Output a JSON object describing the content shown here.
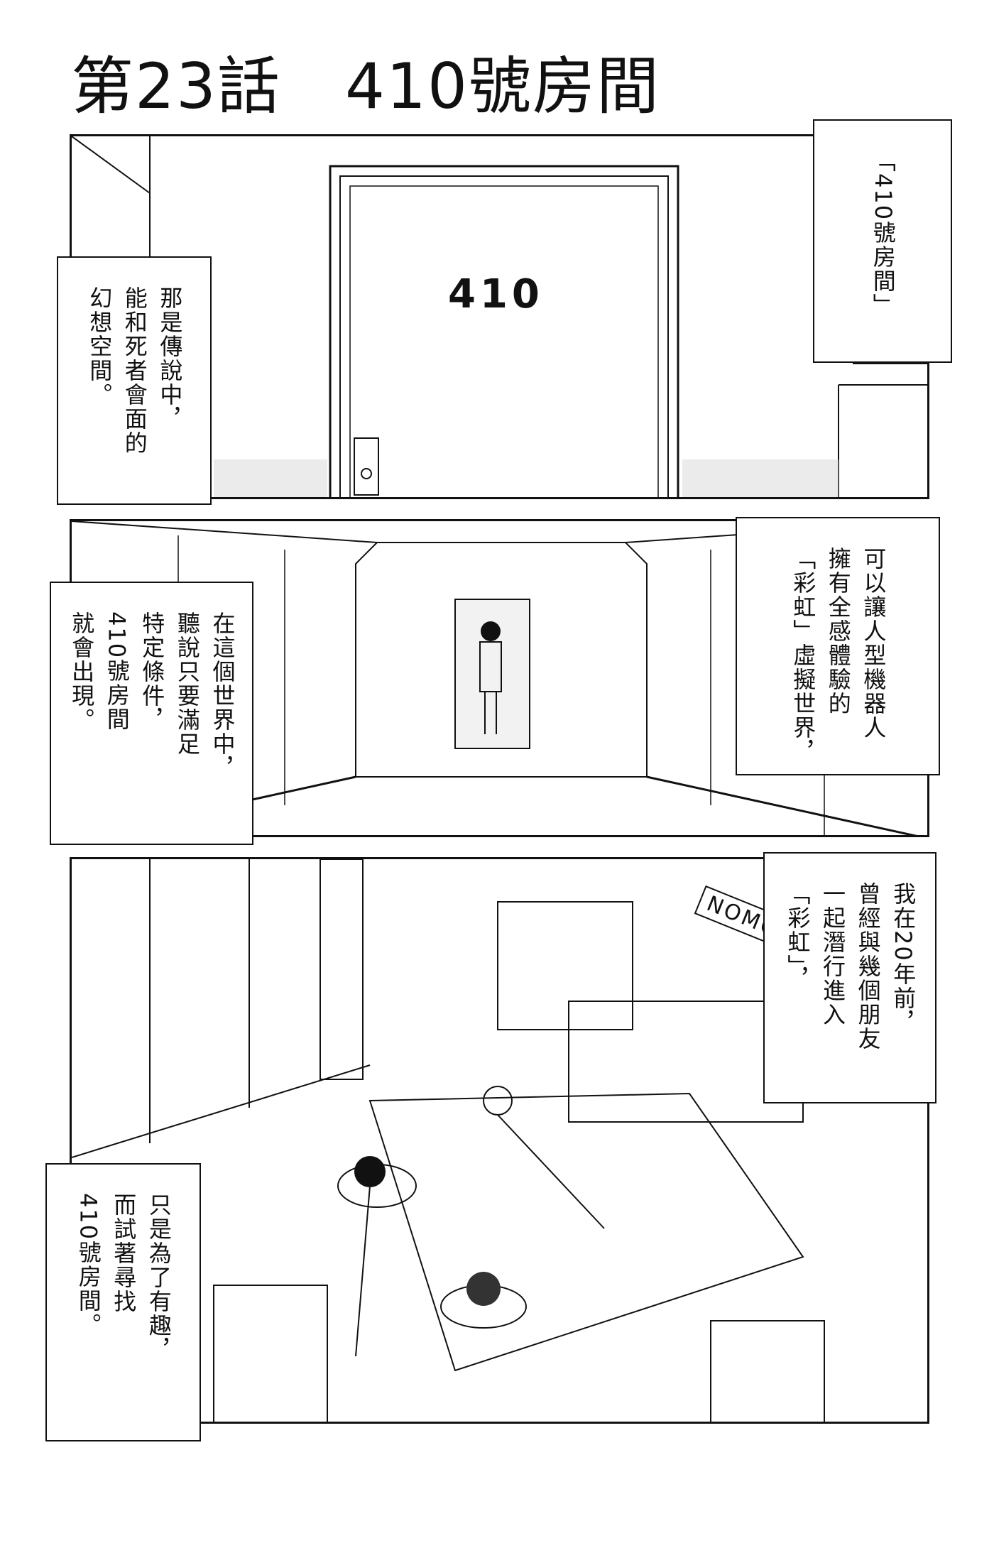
{
  "title": "第23話　410號房間",
  "panels": [
    {
      "door_number": "410",
      "captions": [
        "「410號房間」",
        "那是傳說中，\n能和死者會面的\n幻想空間。"
      ]
    },
    {
      "captions": [
        "可以讓人型機器人\n擁有全感體驗的\n「彩虹」虛擬世界，",
        "在這個世界中，\n聽說只要滿足\n特定條件，\n410號房間\n就會出現。"
      ]
    },
    {
      "sign": "NOMO",
      "captions": [
        "我在20年前，\n曾經與幾個朋友\n一起潛行進入\n「彩虹」，",
        "只是為了有趣，\n而試著尋找\n410號房間。"
      ]
    }
  ]
}
